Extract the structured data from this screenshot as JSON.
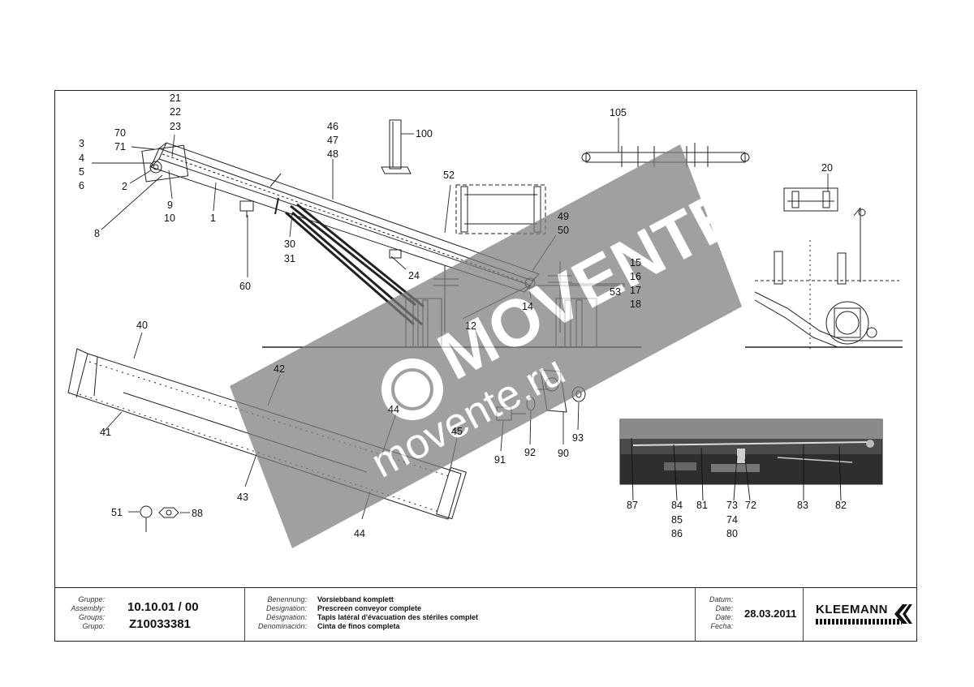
{
  "callouts": {
    "c21": "21",
    "c22": "22",
    "c23": "23",
    "c70": "70",
    "c71": "71",
    "c3": "3",
    "c4": "4",
    "c5": "5",
    "c6": "6",
    "c2": "2",
    "c9": "9",
    "c10": "10",
    "c1": "1",
    "c8": "8",
    "c46": "46",
    "c47": "47",
    "c48": "48",
    "c100": "100",
    "c52": "52",
    "c30": "30",
    "c31": "31",
    "c60": "60",
    "c49": "49",
    "c50": "50",
    "c24": "24",
    "c15": "15",
    "c16": "16",
    "c53": "53",
    "c17": "17",
    "c18": "18",
    "c14": "14",
    "c12": "12",
    "c105": "105",
    "c20": "20",
    "c40": "40",
    "c42": "42",
    "c44a": "44",
    "c41": "41",
    "c45": "45",
    "c43": "43",
    "c44b": "44",
    "c51": "51",
    "c88": "88",
    "c91": "91",
    "c92": "92",
    "c90": "90",
    "c93": "93",
    "c87": "87",
    "c84": "84",
    "c85": "85",
    "c86": "86",
    "c81": "81",
    "c73": "73",
    "c74": "74",
    "c80": "80",
    "c72": "72",
    "c83": "83",
    "c82": "82"
  },
  "watermark": {
    "text_main": "MOVENTE",
    "text_sub": "movente.ru",
    "color": "#7c7c7c"
  },
  "title_block": {
    "group_keys": [
      "Gruppe:",
      "Assembly:",
      "Groups:",
      "Grupo:"
    ],
    "group_number": "10.10.01 / 00",
    "part_number": "Z10033381",
    "designation_keys": [
      "Benennung:",
      "Designation:",
      "Désignation:",
      "Denominación:"
    ],
    "designation_values": [
      "Vorsiebband komplett",
      "Prescreen conveyor complete",
      "Tapis latéral d'évacuation des stériles complet",
      "Cinta de finos completa"
    ],
    "date_keys": [
      "Datum:",
      "Date:",
      "Date:",
      "Fecha:"
    ],
    "date_value": "28.03.2011",
    "logo_text": "KLEEMANN"
  }
}
